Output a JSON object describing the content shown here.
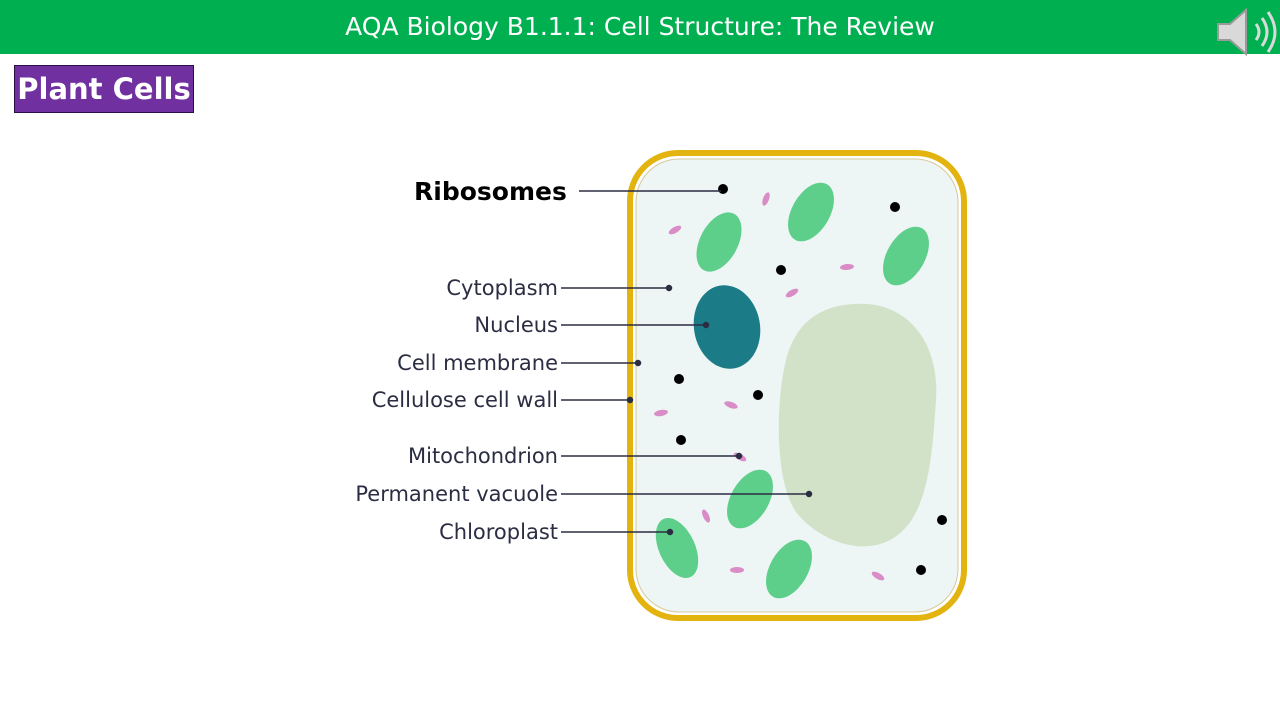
{
  "header": {
    "title": "AQA Biology B1.1.1: Cell Structure: The Review",
    "audio_icon": "speaker-icon"
  },
  "section": {
    "label": "Plant Cells"
  },
  "diagram": {
    "labels": {
      "ribosomes": "Ribosomes",
      "cytoplasm": "Cytoplasm",
      "nucleus": "Nucleus",
      "cell_membrane": "Cell membrane",
      "cell_wall": "Cellulose cell wall",
      "mitochondrion": "Mitochondrion",
      "vacuole": "Permanent vacuole",
      "chloroplast": "Chloroplast"
    }
  },
  "colors": {
    "header": "#00b050",
    "badge": "#7030a0",
    "cell_wall": "#e3b40f",
    "cytoplasm": "#edf5f5",
    "chloroplast": "#5ecf8a",
    "nucleus": "#1b7c88",
    "vacuole": "#d2e2c8",
    "mitochondrion": "#d98cc6"
  }
}
